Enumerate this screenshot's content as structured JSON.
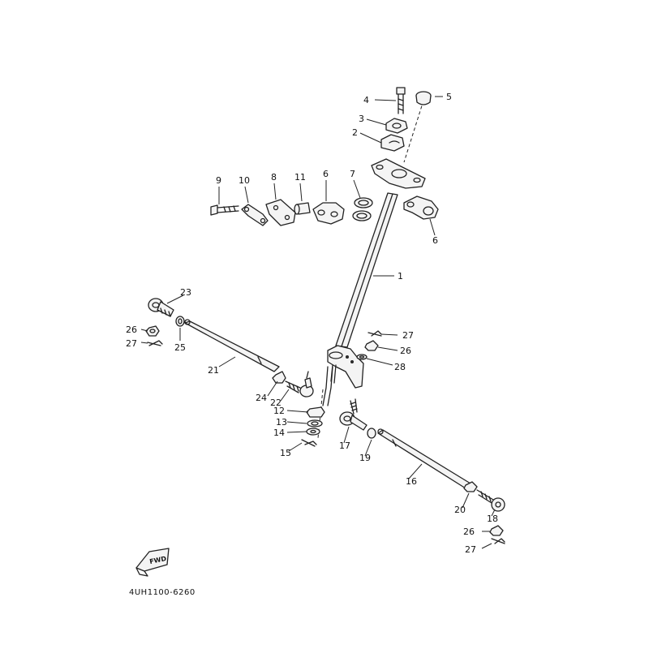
{
  "diagram": {
    "part_code": "4UH1100-6260",
    "fwd_label": "FWD",
    "callouts": {
      "c1": "1",
      "c2": "2",
      "c3": "3",
      "c4": "4",
      "c5": "5",
      "c6a": "6",
      "c6b": "6",
      "c7": "7",
      "c8": "8",
      "c9": "9",
      "c10": "10",
      "c11": "11",
      "c12": "12",
      "c13": "13",
      "c14": "14",
      "c15": "15",
      "c16": "16",
      "c17": "17",
      "c18": "18",
      "c19": "19",
      "c20": "20",
      "c21": "21",
      "c22": "22",
      "c23": "23",
      "c24": "24",
      "c25": "25",
      "c26a": "26",
      "c26b": "26",
      "c26c": "26",
      "c27a": "27",
      "c27b": "27",
      "c27c": "27",
      "c28": "28"
    }
  }
}
